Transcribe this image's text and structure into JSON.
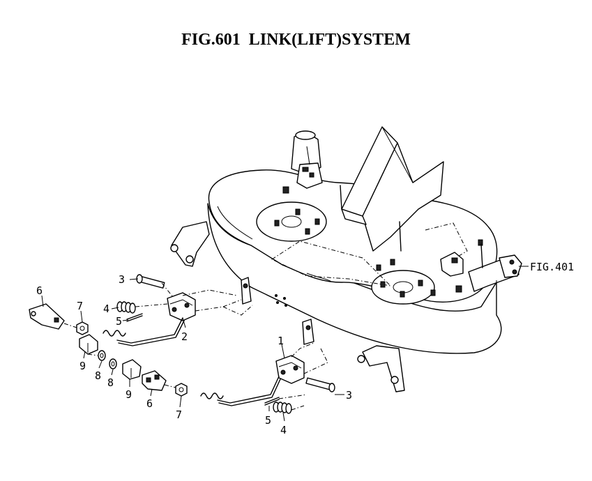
{
  "title": "FIG.601  LINK(LIFT)SYSTEM",
  "callouts": {
    "part_1": "1",
    "part_2": "2",
    "part_3_upper": "3",
    "part_3_lower": "3",
    "part_4_upper": "4",
    "part_4_lower": "4",
    "part_5_upper": "5",
    "part_5_lower": "5",
    "part_6_upper": "6",
    "part_6_lower": "6",
    "part_7_upper": "7",
    "part_7_lower": "7",
    "part_8_left": "8",
    "part_8_right": "8",
    "part_9_left": "9",
    "part_9_right": "9",
    "fig_ref": "FIG.401"
  }
}
